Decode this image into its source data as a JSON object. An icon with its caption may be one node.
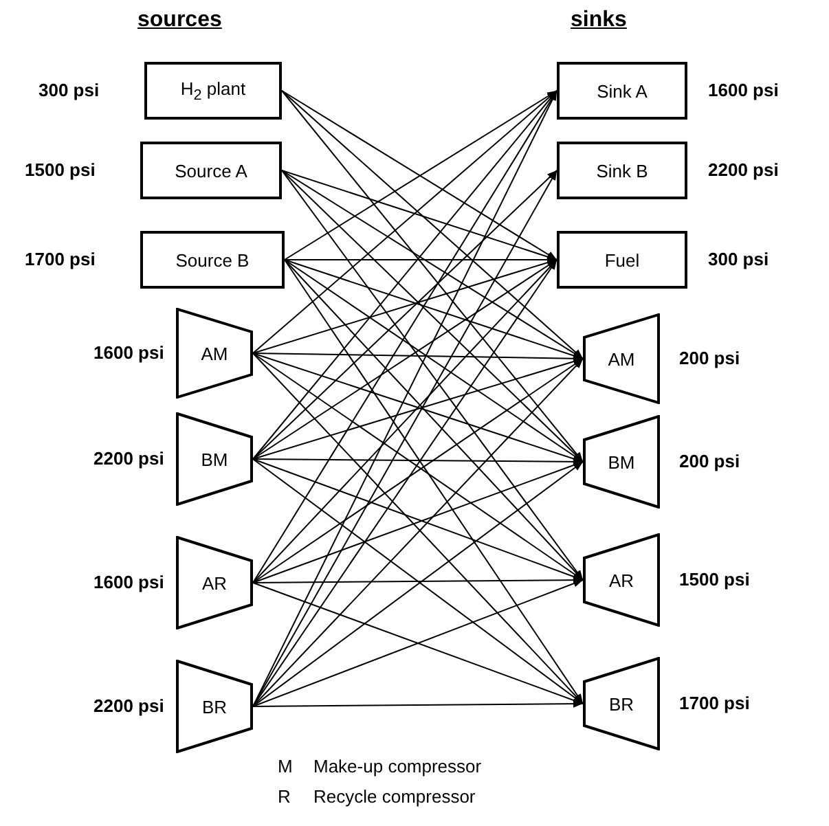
{
  "diagram": {
    "nodes": [
      {
        "text": [
          "H$_{2}$ plant"
        ],
        "beside": [
          "300 psi"
        ]
      },
      {
        "text": [
          "Source A"
        ],
        "beside": [
          "1500 psi"
        ]
      },
      {
        "text": [
          "Source B"
        ],
        "beside": [
          "1700 psi"
        ]
      },
      {
        "text": [
          "AM"
        ],
        "beside": [
          "1600 psi"
        ]
      },
      {
        "text": [
          "BM"
        ],
        "beside": [
          "2200 psi"
        ]
      },
      {
        "text": [
          "AR"
        ],
        "beside": [
          "1600 psi"
        ]
      },
      {
        "text": [
          "BR"
        ],
        "beside": [
          "2200 psi"
        ]
      },
      {
        "text": [
          "Sink A"
        ],
        "beside": [
          "1600 psi"
        ]
      },
      {
        "text": [
          "Sink B"
        ],
        "beside": [
          "2200 psi"
        ]
      },
      {
        "text": [
          "Fuel"
        ],
        "beside": [
          "300 psi"
        ]
      },
      {
        "text": [
          "AM"
        ],
        "beside": [
          "200 psi"
        ]
      },
      {
        "text": [
          "BM"
        ],
        "beside": [
          "200 psi"
        ]
      },
      {
        "text": [
          "AR"
        ],
        "beside": [
          "1500 psi"
        ]
      },
      {
        "text": [
          "BR"
        ],
        "beside": [
          "1700 psi"
        ]
      }
    ],
    "edges": [
      {
        "from": 0,
        "to": 9,
        "arrow": "to"
      },
      {
        "from": 0,
        "to": 10,
        "arrow": "to"
      },
      {
        "from": 0,
        "to": 11,
        "arrow": "to"
      },
      {
        "from": 1,
        "to": 9,
        "arrow": "to"
      },
      {
        "from": 1,
        "to": 10,
        "arrow": "to"
      },
      {
        "from": 1,
        "to": 11,
        "arrow": "to"
      },
      {
        "from": 1,
        "to": 12,
        "arrow": "to"
      },
      {
        "from": 2,
        "to": 7,
        "arrow": "to"
      },
      {
        "from": 2,
        "to": 9,
        "arrow": "to"
      },
      {
        "from": 2,
        "to": 10,
        "arrow": "to"
      },
      {
        "from": 2,
        "to": 11,
        "arrow": "to"
      },
      {
        "from": 2,
        "to": 12,
        "arrow": "to"
      },
      {
        "from": 2,
        "to": 13,
        "arrow": "to"
      },
      {
        "from": 3,
        "to": 7,
        "arrow": "to"
      },
      {
        "from": 3,
        "to": 9,
        "arrow": "to"
      },
      {
        "from": 3,
        "to": 10,
        "arrow": "to"
      },
      {
        "from": 3,
        "to": 11,
        "arrow": "to"
      },
      {
        "from": 3,
        "to": 12,
        "arrow": "to"
      },
      {
        "from": 3,
        "to": 13,
        "arrow": "to"
      },
      {
        "from": 4,
        "to": 7,
        "arrow": "to"
      },
      {
        "from": 4,
        "to": 8,
        "arrow": "to"
      },
      {
        "from": 4,
        "to": 9,
        "arrow": "to"
      },
      {
        "from": 4,
        "to": 10,
        "arrow": "to"
      },
      {
        "from": 4,
        "to": 11,
        "arrow": "to"
      },
      {
        "from": 4,
        "to": 12,
        "arrow": "to"
      },
      {
        "from": 4,
        "to": 13,
        "arrow": "to"
      },
      {
        "from": 5,
        "to": 7,
        "arrow": "to"
      },
      {
        "from": 5,
        "to": 9,
        "arrow": "to"
      },
      {
        "from": 5,
        "to": 10,
        "arrow": "to"
      },
      {
        "from": 5,
        "to": 11,
        "arrow": "to"
      },
      {
        "from": 5,
        "to": 12,
        "arrow": "to"
      },
      {
        "from": 5,
        "to": 13,
        "arrow": "to"
      },
      {
        "from": 6,
        "to": 7,
        "arrow": "to"
      },
      {
        "from": 6,
        "to": 8,
        "arrow": "to"
      },
      {
        "from": 6,
        "to": 9,
        "arrow": "to"
      },
      {
        "from": 6,
        "to": 10,
        "arrow": "to"
      },
      {
        "from": 6,
        "to": 11,
        "arrow": "to"
      },
      {
        "from": 6,
        "to": 12,
        "arrow": "to"
      },
      {
        "from": 6,
        "to": 13,
        "arrow": "to"
      }
    ],
    "labels": [
      "sources",
      "sinks",
      "M",
      "Make-up compressor",
      "R",
      "Recycle compressor"
    ]
  }
}
